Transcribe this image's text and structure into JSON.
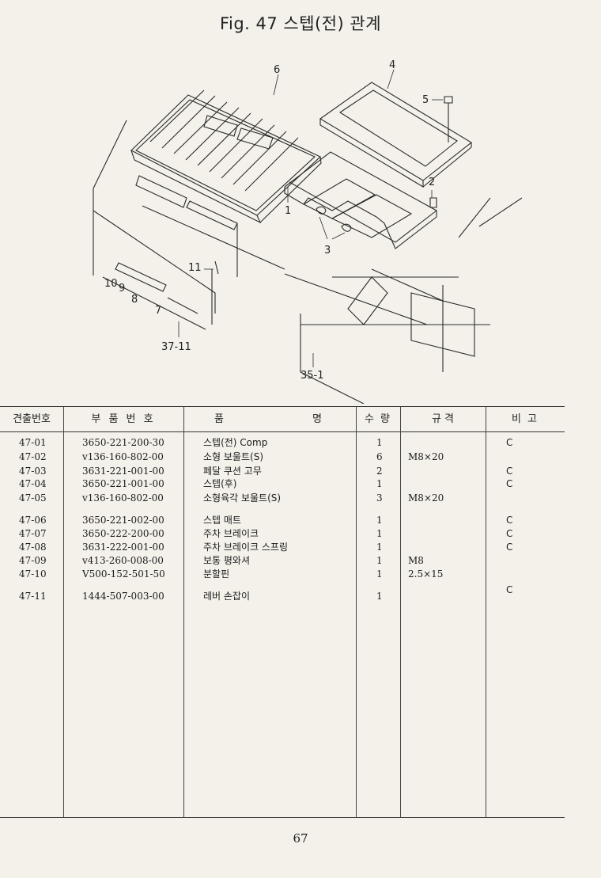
{
  "header": {
    "title": "Fig. 47  스텝(전) 관계"
  },
  "diagram": {
    "callouts": [
      "6",
      "4",
      "5",
      "2",
      "1",
      "3",
      "11",
      "10",
      "9",
      "8",
      "7",
      "37-11",
      "35-1"
    ]
  },
  "table": {
    "headers": {
      "no": "견출번호",
      "part": "부 품 번 호",
      "name_a": "품",
      "name_b": "명",
      "qty": "수 량",
      "spec": "규   격",
      "note": "비  고"
    },
    "rows": [
      {
        "no": "47-01",
        "part": "3650-221-200-30",
        "name": "스텝(전) Comp",
        "qty": "1",
        "spec": "",
        "note": "C"
      },
      {
        "no": "47-02",
        "part": "v136-160-802-00",
        "name": "소형 보울트(S)",
        "qty": "6",
        "spec": "M8×20",
        "note": ""
      },
      {
        "no": "47-03",
        "part": "3631-221-001-00",
        "name": "페달 쿠션 고무",
        "qty": "2",
        "spec": "",
        "note": "C"
      },
      {
        "no": "47-04",
        "part": "3650-221-001-00",
        "name": "스텝(후)",
        "qty": "1",
        "spec": "",
        "note": "C"
      },
      {
        "no": "47-05",
        "part": "v136-160-802-00",
        "name": "소형육각 보울트(S)",
        "qty": "3",
        "spec": "M8×20",
        "note": ""
      },
      {
        "no": "47-06",
        "part": "3650-221-002-00",
        "name": "스텝 매트",
        "qty": "1",
        "spec": "",
        "note": "C"
      },
      {
        "no": "47-07",
        "part": "3650-222-200-00",
        "name": "주차 브레이크",
        "qty": "1",
        "spec": "",
        "note": "C"
      },
      {
        "no": "47-08",
        "part": "3631-222-001-00",
        "name": "주차 브레이크 스프링",
        "qty": "1",
        "spec": "",
        "note": "C"
      },
      {
        "no": "47-09",
        "part": "v413-260-008-00",
        "name": "보통 평와셔",
        "qty": "1",
        "spec": "M8",
        "note": ""
      },
      {
        "no": "47-10",
        "part": "V500-152-501-50",
        "name": "분할핀",
        "qty": "1",
        "spec": "2.5×15",
        "note": ""
      },
      {
        "no": "47-11",
        "part": "1444-507-003-00",
        "name": "레버 손잡이",
        "qty": "1",
        "spec": "",
        "note": "C"
      }
    ]
  },
  "footer": {
    "page_number": "67"
  }
}
